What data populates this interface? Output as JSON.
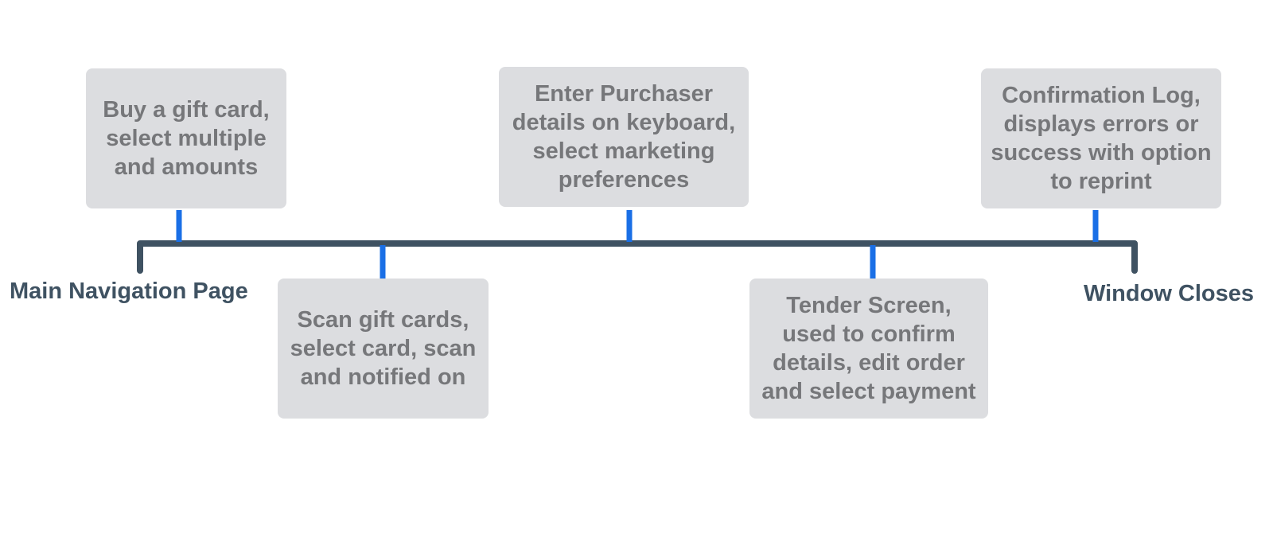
{
  "start_label": "Main Navigation Page",
  "end_label": "Window Closes",
  "steps": [
    {
      "text": "Buy a gift card,\nselect multiple\nand amounts"
    },
    {
      "text": "Scan gift cards,\nselect card, scan\nand notified on"
    },
    {
      "text": "Enter Purchaser\ndetails on keyboard,\nselect marketing\npreferences"
    },
    {
      "text": "Tender Screen,\nused to confirm\ndetails, edit order\nand select payment"
    },
    {
      "text": "Confirmation Log,\ndisplays errors or\nsuccess with option\nto reprint"
    }
  ],
  "colors": {
    "timeline": "#3f5262",
    "connector": "#1a6fe6",
    "box_fill": "#dcdde0",
    "box_text": "#76777a",
    "label_text": "#3f5262"
  }
}
